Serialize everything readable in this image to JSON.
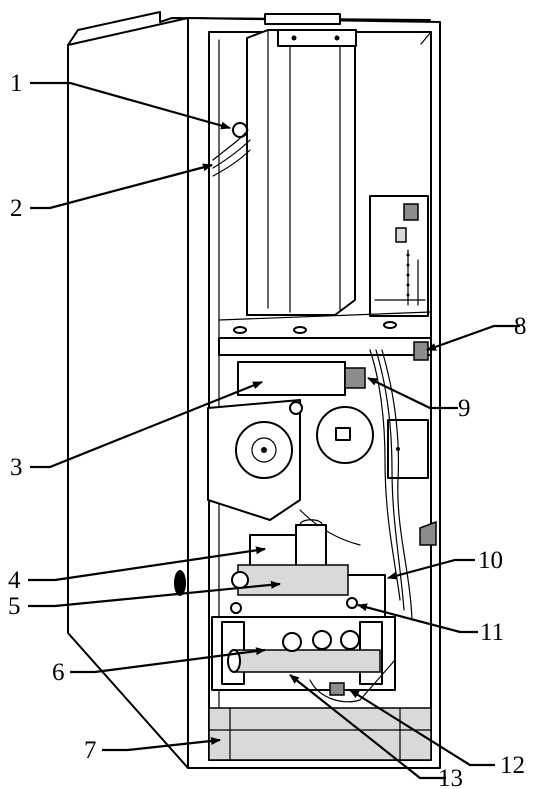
{
  "callouts": [
    {
      "id": "1",
      "label": "1"
    },
    {
      "id": "2",
      "label": "2"
    },
    {
      "id": "3",
      "label": "3"
    },
    {
      "id": "4",
      "label": "4"
    },
    {
      "id": "5",
      "label": "5"
    },
    {
      "id": "6",
      "label": "6"
    },
    {
      "id": "7",
      "label": "7"
    },
    {
      "id": "8",
      "label": "8"
    },
    {
      "id": "9",
      "label": "9"
    },
    {
      "id": "10",
      "label": "10"
    },
    {
      "id": "11",
      "label": "11"
    },
    {
      "id": "12",
      "label": "12"
    },
    {
      "id": "13",
      "label": "13"
    }
  ],
  "colors": {
    "line": "#000000",
    "background": "#ffffff",
    "shade": "#d9d9d9",
    "dark": "#8c8c8c"
  }
}
